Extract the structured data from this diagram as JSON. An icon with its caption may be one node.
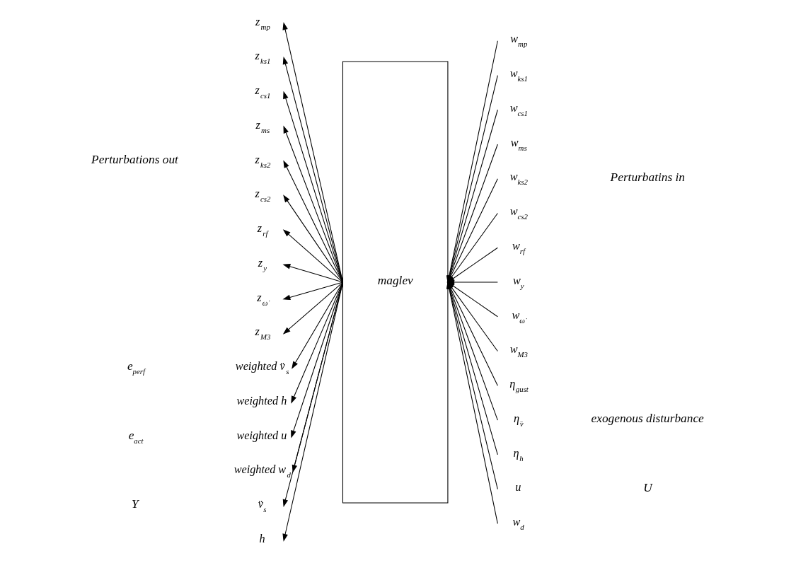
{
  "diagram": {
    "nodes": [
      {
        "text": [
          "maglev"
        ]
      },
      {
        "text": [
          "z$_{mp}$"
        ]
      },
      {
        "text": [
          "z$_{ks1}$"
        ]
      },
      {
        "text": [
          "z$_{cs1}$"
        ]
      },
      {
        "text": [
          "z$_{ms}$"
        ]
      },
      {
        "text": [
          "z$_{ks2}$"
        ]
      },
      {
        "text": [
          "z$_{cs2}$"
        ]
      },
      {
        "text": [
          "z$_{rf}$"
        ]
      },
      {
        "text": [
          "z$_{y}$"
        ]
      },
      {
        "text": [
          "z$_{ω̇}$"
        ]
      },
      {
        "text": [
          "z$_{M3}$"
        ]
      },
      {
        "text": [
          "weighted v̈$_{s}$"
        ]
      },
      {
        "text": [
          "weighted h"
        ]
      },
      {
        "text": [
          "weighted u"
        ]
      },
      {
        "text": [
          "weighted w$_{d}$"
        ]
      },
      {
        "text": [
          "v̈$_{s}$"
        ]
      },
      {
        "text": [
          "h"
        ]
      },
      {
        "text": [
          "w$_{mp}$"
        ]
      },
      {
        "text": [
          "w$_{ks1}$"
        ]
      },
      {
        "text": [
          "w$_{cs1}$"
        ]
      },
      {
        "text": [
          "w$_{ms}$"
        ]
      },
      {
        "text": [
          "w$_{ks2}$"
        ]
      },
      {
        "text": [
          "w$_{cs2}$"
        ]
      },
      {
        "text": [
          "w$_{rf}$"
        ]
      },
      {
        "text": [
          "w$_{y}$"
        ]
      },
      {
        "text": [
          "w$_{ω̇}$"
        ]
      },
      {
        "text": [
          "w$_{M3}$"
        ]
      },
      {
        "text": [
          "η$_{gust}$"
        ]
      },
      {
        "text": [
          "η$_{v̈}$"
        ]
      },
      {
        "text": [
          "η$_{h}$"
        ]
      },
      {
        "text": [
          "u"
        ]
      },
      {
        "text": [
          "w$_{d}$"
        ]
      }
    ],
    "edges": [
      {
        "from": 0,
        "to": 1,
        "arrow": "to"
      },
      {
        "from": 0,
        "to": 2,
        "arrow": "to"
      },
      {
        "from": 0,
        "to": 3,
        "arrow": "to"
      },
      {
        "from": 0,
        "to": 4,
        "arrow": "to"
      },
      {
        "from": 0,
        "to": 5,
        "arrow": "to"
      },
      {
        "from": 0,
        "to": 6,
        "arrow": "to"
      },
      {
        "from": 0,
        "to": 7,
        "arrow": "to"
      },
      {
        "from": 0,
        "to": 8,
        "arrow": "to"
      },
      {
        "from": 0,
        "to": 9,
        "arrow": "to"
      },
      {
        "from": 0,
        "to": 10,
        "arrow": "to"
      },
      {
        "from": 0,
        "to": 11,
        "arrow": "to"
      },
      {
        "from": 0,
        "to": 12,
        "arrow": "to"
      },
      {
        "from": 0,
        "to": 13,
        "arrow": "to"
      },
      {
        "from": 0,
        "to": 14,
        "arrow": "to"
      },
      {
        "from": 0,
        "to": 15,
        "arrow": "to"
      },
      {
        "from": 0,
        "to": 16,
        "arrow": "to"
      },
      {
        "from": 17,
        "to": 0,
        "arrow": "to"
      },
      {
        "from": 18,
        "to": 0,
        "arrow": "to"
      },
      {
        "from": 19,
        "to": 0,
        "arrow": "to"
      },
      {
        "from": 20,
        "to": 0,
        "arrow": "to"
      },
      {
        "from": 21,
        "to": 0,
        "arrow": "to"
      },
      {
        "from": 22,
        "to": 0,
        "arrow": "to"
      },
      {
        "from": 23,
        "to": 0,
        "arrow": "to"
      },
      {
        "from": 24,
        "to": 0,
        "arrow": "to"
      },
      {
        "from": 25,
        "to": 0,
        "arrow": "to"
      },
      {
        "from": 26,
        "to": 0,
        "arrow": "to"
      },
      {
        "from": 27,
        "to": 0,
        "arrow": "to"
      },
      {
        "from": 28,
        "to": 0,
        "arrow": "to"
      },
      {
        "from": 29,
        "to": 0,
        "arrow": "to"
      },
      {
        "from": 30,
        "to": 0,
        "arrow": "to"
      },
      {
        "from": 31,
        "to": 0,
        "arrow": "to"
      }
    ],
    "labels": [
      "Perturbations out",
      "Perturbatins in",
      "e$_{perf}$",
      "exogenous disturbance",
      "e$_{act}$",
      "Y",
      "U"
    ]
  }
}
